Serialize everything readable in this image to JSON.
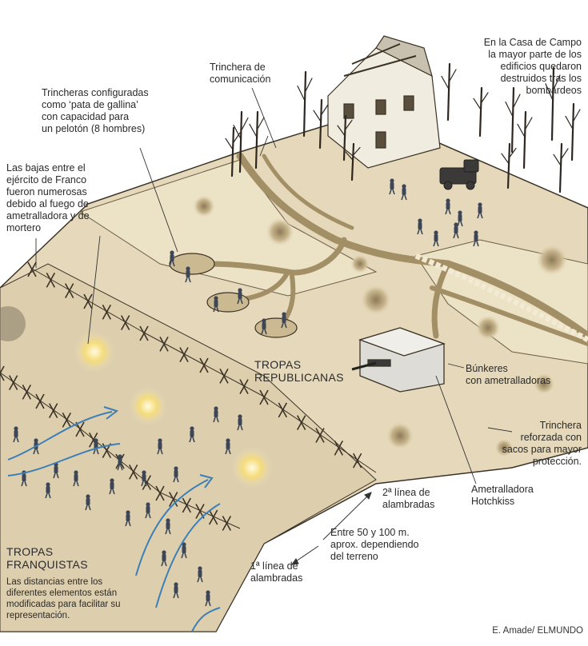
{
  "labels": {
    "communication_trench": "Trinchera de\ncomunicación",
    "casa_de_campo": "En la Casa de Campo\nla mayor parte de los\nedificios quedaron\ndestruidos tras los\nbombardeos",
    "crows_foot_trenches": "Trincheras configuradas\ncomo ‘pata de gallina’\ncon capacidad para\nun pelotón (8 hombres)",
    "franco_casualties": "Las bajas entre el\nejército de Franco\nfueron numerosas\ndebido al fuego de\nametralladora y de\nmortero",
    "republican_troops": "TROPAS\nREPUBLICANAS",
    "bunkers": "Búnkeres\ncon ametralladoras",
    "reinforced_trench": "Trinchera\nreforzada con\nsacos para mayor\nprotección.",
    "hotchkiss": "Ametralladora\nHotchkiss",
    "second_wire_line": "2ª línea de\nalambradas",
    "distance": "Entre 50 y 100 m.\naprox. dependiendo\ndel terreno",
    "first_wire_line": "1ª línea de\nalambradas",
    "francoist_troops": "TROPAS\nFRANQUISTAS",
    "distances_note": "Las distancias entre los\ndiferentes elementos están\nmodificadas para facilitar su\nrepresentación."
  },
  "credit": "E. Amade/ ELMUNDO",
  "colors": {
    "ground": "#e8dcc0",
    "ground_dark": "#d2c29e",
    "trench": "#b7a47c",
    "ink": "#3b3226",
    "blue_arrow": "#3c7fb6",
    "explosion": "#f4e6a0"
  }
}
